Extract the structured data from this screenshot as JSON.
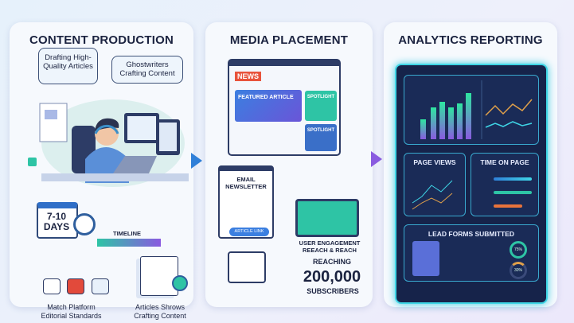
{
  "panels": {
    "content_production": {
      "title": "CONTENT PRODUCTION",
      "bubble_left": "Drafting High-Quality Articles",
      "bubble_right": "Ghostwriters Crafting Content",
      "calendar": "7-10 DAYS",
      "timeline_label": "TIMELINE",
      "caption_left": "Match Platform Editorial Standards",
      "caption_right": "Articles Shrows Crafting Content"
    },
    "media_placement": {
      "title": "MEDIA PLACEMENT",
      "news_badge": "NEWS",
      "featured": "FEATURED ARTICLE",
      "spotlight_1": "SPOTLIGHT",
      "spotlight_2": "SPOTLIGHT",
      "newsletter": "EMAIL NEWSLETTER",
      "article_link": "ARTICLE LINK",
      "engagement": "USER ENGAGEMENT REEACH & REACH",
      "reaching": "REACHING",
      "subscribers_count": "200,000",
      "subscribers": "SUBSCRIBERS"
    },
    "analytics_reporting": {
      "title": "ANALYTICS REPORTING",
      "page_views": "PAGE VIEWS",
      "time_on_page": "TIME ON PAGE",
      "lead_forms": "LEAD FORMS SUBMITTED",
      "pct_1": "75%",
      "pct_2": "30%"
    }
  },
  "colors": {
    "teal": "#2ec4a5",
    "blue": "#2f7fd8",
    "purple": "#8a5ae0",
    "navy": "#16234a",
    "glow": "#3fd6e6"
  }
}
